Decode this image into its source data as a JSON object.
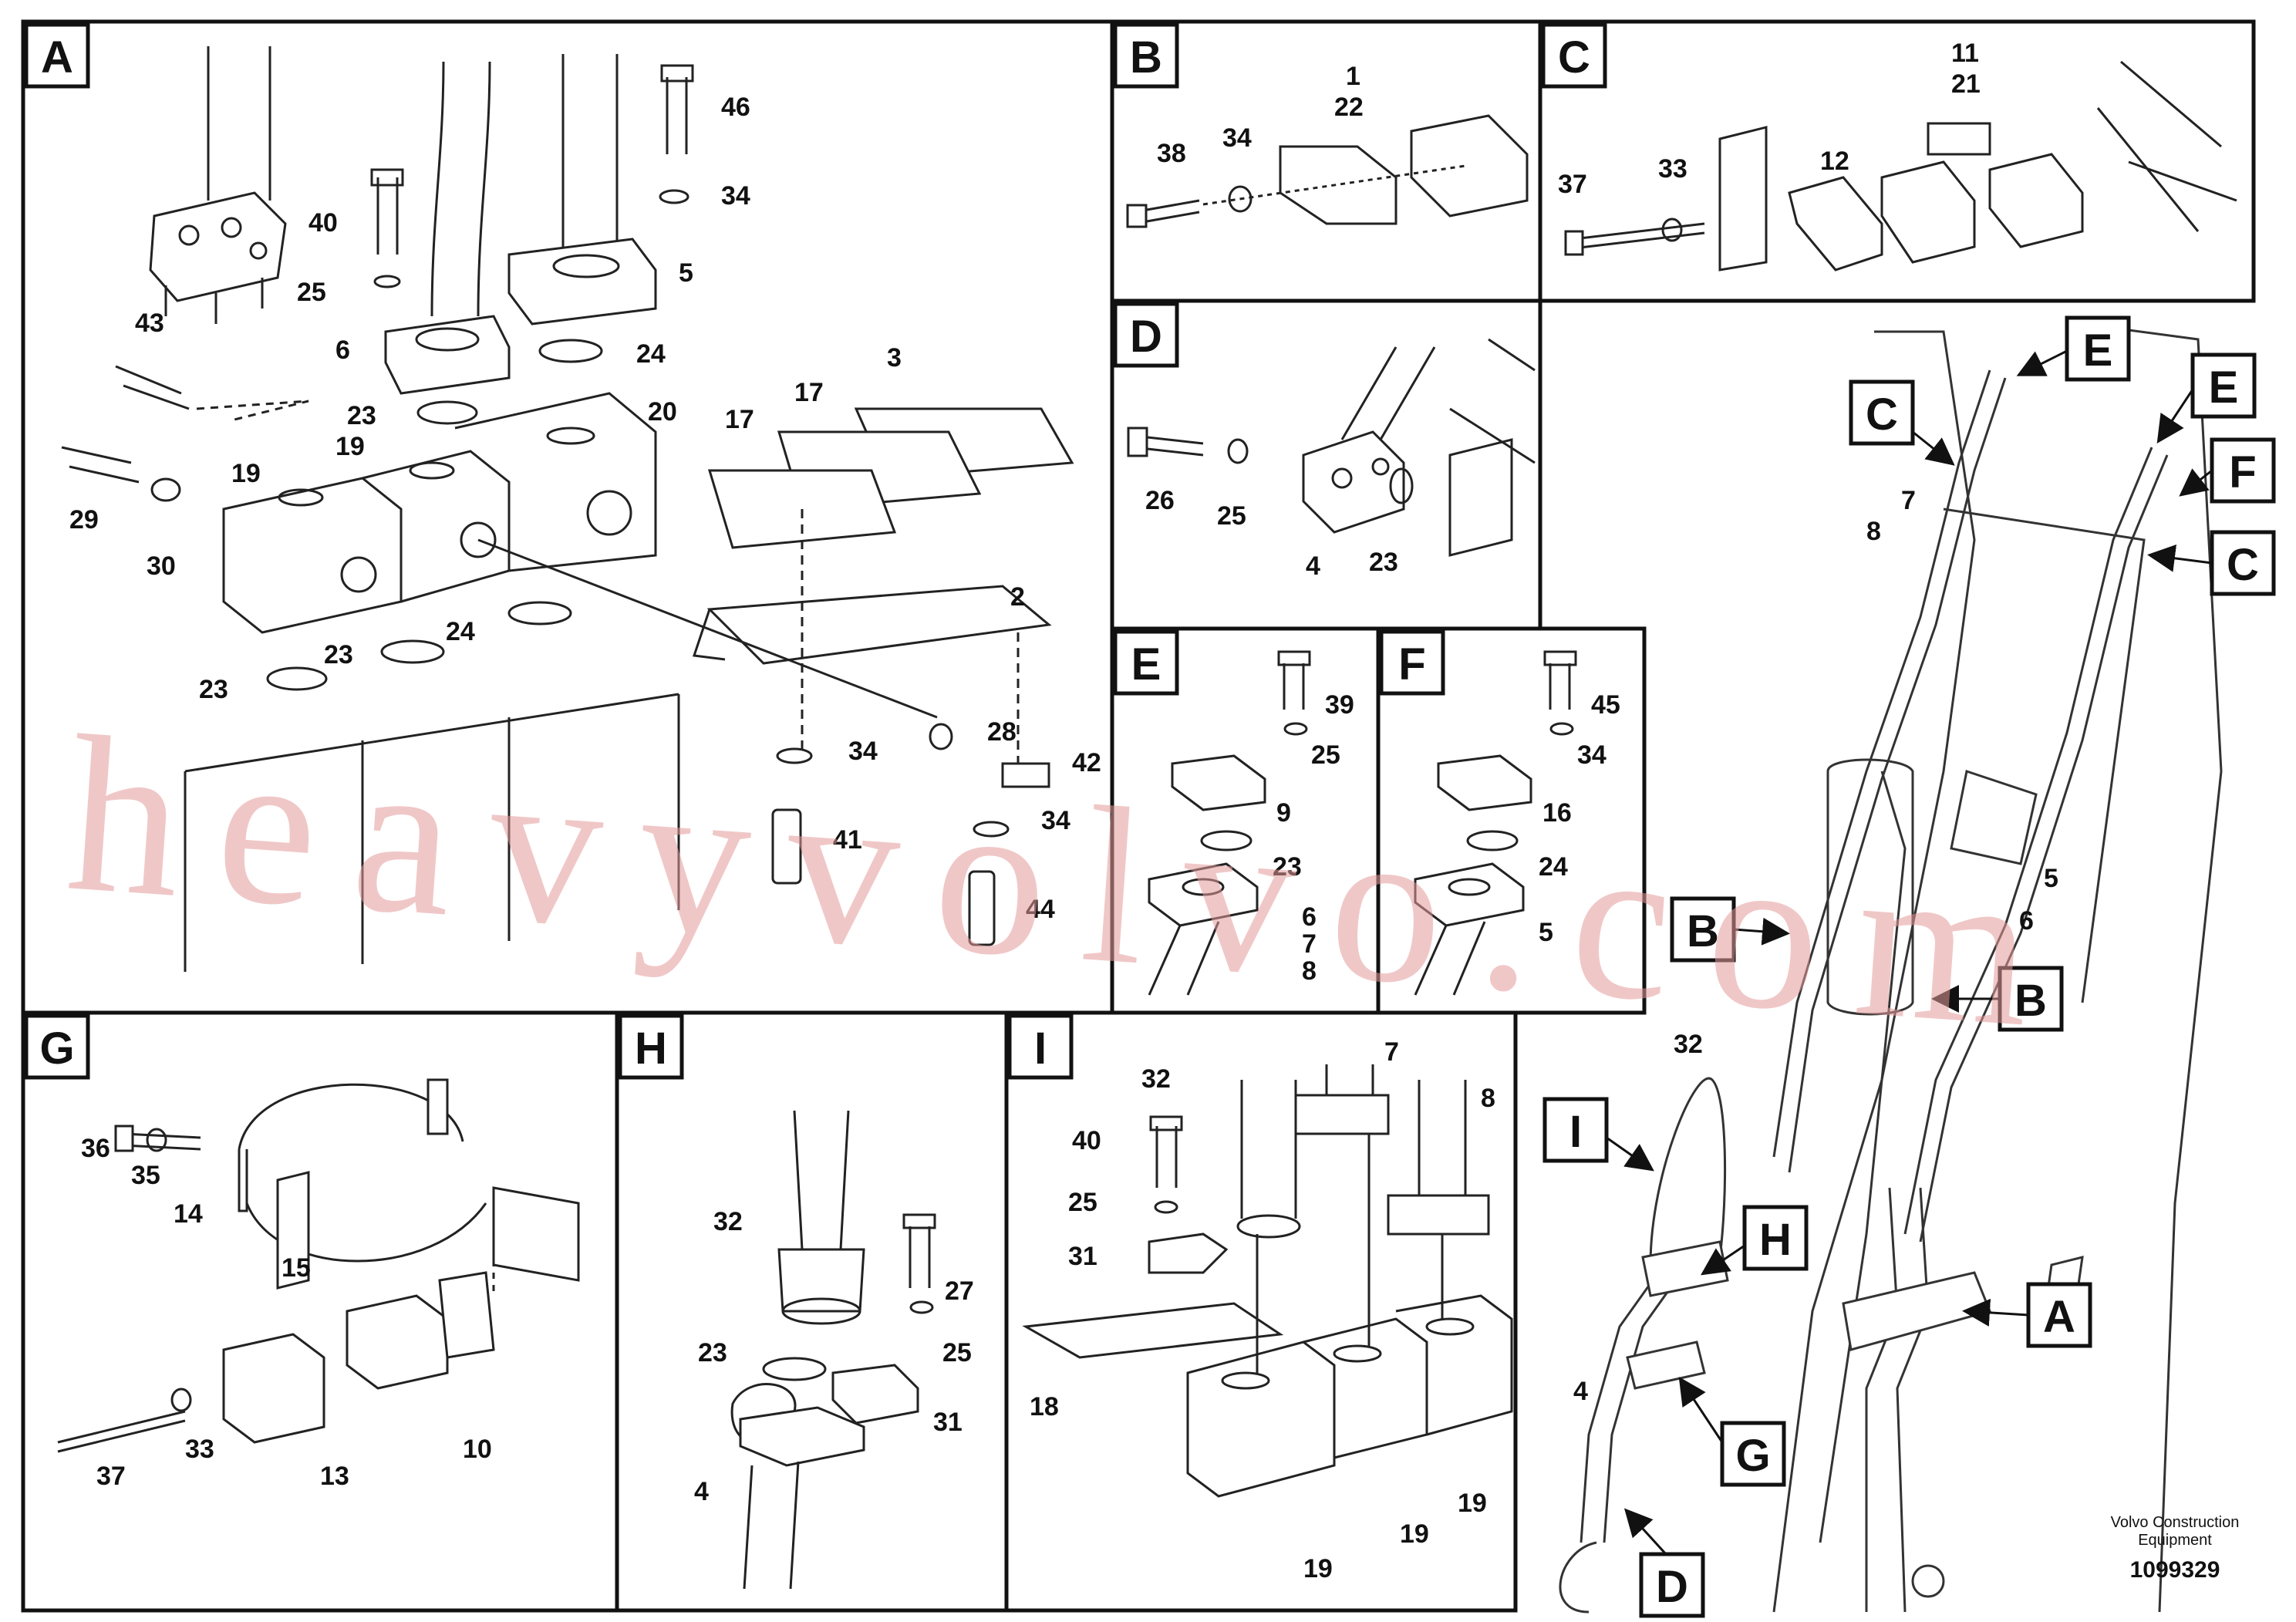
{
  "panels": [
    {
      "letter": "A",
      "callouts": [
        "46",
        "34",
        "40",
        "25",
        "5",
        "6",
        "24",
        "43",
        "23",
        "20",
        "19",
        "19",
        "3",
        "17",
        "17",
        "29",
        "30",
        "2",
        "23",
        "24",
        "23",
        "28",
        "34",
        "42",
        "41",
        "34",
        "44"
      ]
    },
    {
      "letter": "B",
      "callouts": [
        "1",
        "22",
        "38",
        "34"
      ]
    },
    {
      "letter": "C",
      "callouts": [
        "11",
        "21",
        "37",
        "33",
        "12"
      ]
    },
    {
      "letter": "D",
      "callouts": [
        "26",
        "25",
        "4",
        "23"
      ]
    },
    {
      "letter": "E",
      "callouts": [
        "39",
        "25",
        "9",
        "23",
        "6",
        "7",
        "8"
      ]
    },
    {
      "letter": "F",
      "callouts": [
        "45",
        "34",
        "16",
        "24",
        "5"
      ]
    },
    {
      "letter": "G",
      "callouts": [
        "36",
        "35",
        "14",
        "15",
        "37",
        "33",
        "13",
        "10"
      ]
    },
    {
      "letter": "H",
      "callouts": [
        "32",
        "27",
        "23",
        "25",
        "31",
        "4"
      ]
    },
    {
      "letter": "I",
      "callouts": [
        "32",
        "7",
        "8",
        "40",
        "25",
        "31",
        "18",
        "19",
        "19",
        "19"
      ]
    }
  ],
  "overview": {
    "tags": [
      "E",
      "C",
      "E",
      "F",
      "C",
      "B",
      "B",
      "I",
      "H",
      "A",
      "G",
      "D"
    ],
    "callouts": [
      "7",
      "8",
      "5",
      "6",
      "32",
      "4"
    ]
  },
  "footer": {
    "company": "Volvo Construction",
    "company2": "Equipment",
    "number": "1099329"
  },
  "watermark": "heavyvolvo.com"
}
